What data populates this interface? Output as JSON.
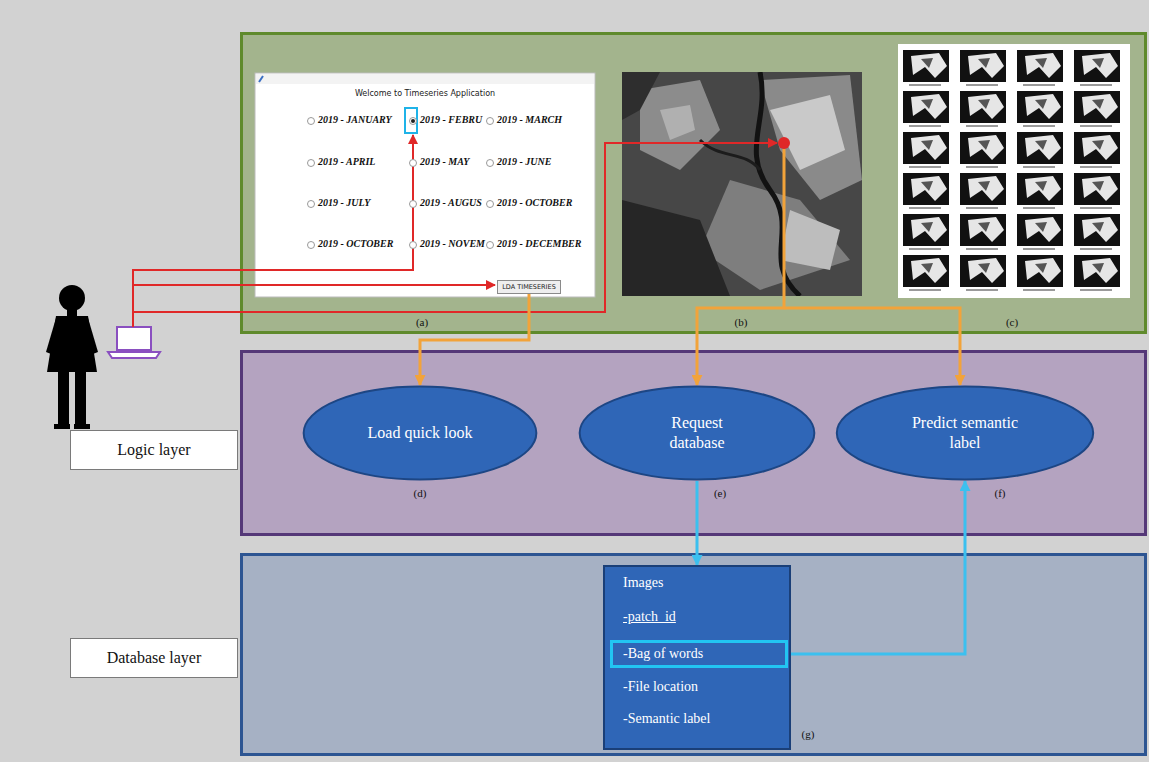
{
  "diagram": {
    "nodes": [
      {
        "text": [
          "Welcome to Timeseries Application",
          "2019 - JANUARY",
          "2019 - FEBRU",
          "2019 - MARCH",
          "2019 - APRIL",
          "2019 - MAY",
          "2019 - JUNE",
          "2019 - JULY",
          "2019 - AUGUS",
          "2019 - OCTOBER",
          "2019 - OCTOBER",
          "2019 - NOVEM",
          "2019 - DECEMBER"
        ]
      },
      {
        "text": [
          "LDA TIMESERIES"
        ],
        "in": 0
      },
      {
        "text": [
          "Logic layer"
        ]
      },
      {
        "text": [
          "Load quick look"
        ]
      },
      {
        "text": [
          "Request database"
        ]
      },
      {
        "text": [
          "Predict semantic label"
        ]
      },
      {
        "text": [
          "Database layer"
        ]
      },
      {
        "text": [
          "Images",
          "-patch_id",
          "-File location",
          "-Semantic label"
        ]
      },
      {
        "text": [
          "-Bag of words"
        ],
        "in": 7
      }
    ],
    "edges": [
      {
        "from": 1,
        "to": 3,
        "arrow": "to"
      },
      {
        "from": 4,
        "to": 7,
        "arrow": "to"
      },
      {
        "from": 8,
        "to": 5,
        "arrow": "to"
      }
    ],
    "labels": [
      "(a)",
      "(b)",
      "(c)",
      "(d)",
      "(e)",
      "(f)",
      "(g)"
    ]
  }
}
